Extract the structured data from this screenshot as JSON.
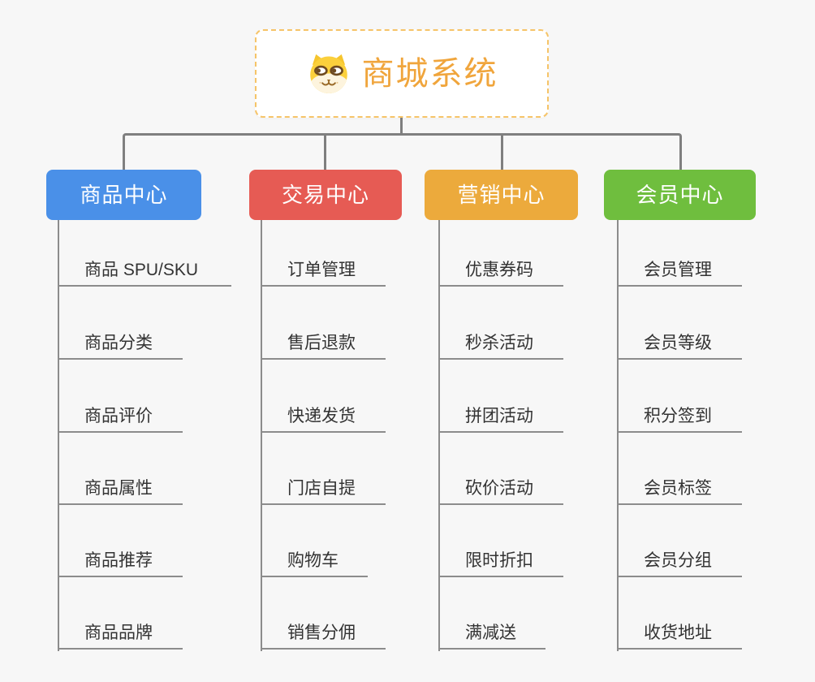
{
  "root": {
    "title": "商城系统",
    "icon": "shiba-dog-icon"
  },
  "branches": [
    {
      "label": "商品中心",
      "color": "#4A90E8",
      "children": [
        "商品 SPU/SKU",
        "商品分类",
        "商品评价",
        "商品属性",
        "商品推荐",
        "商品品牌"
      ]
    },
    {
      "label": "交易中心",
      "color": "#E65B54",
      "children": [
        "订单管理",
        "售后退款",
        "快递发货",
        "门店自提",
        "购物车",
        "销售分佣"
      ]
    },
    {
      "label": "营销中心",
      "color": "#ECAA3C",
      "children": [
        "优惠券码",
        "秒杀活动",
        "拼团活动",
        "砍价活动",
        "限时折扣",
        "满减送"
      ]
    },
    {
      "label": "会员中心",
      "color": "#6FBE3E",
      "children": [
        "会员管理",
        "会员等级",
        "积分签到",
        "会员标签",
        "会员分组",
        "收货地址"
      ]
    }
  ],
  "colors": {
    "bg": "#F7F7F7",
    "connector": "#7F7F7F",
    "leaf_line": "#8C8C8C",
    "leaf_text": "#333333",
    "root_border": "#F6C468",
    "root_text": "#F0A53C",
    "dog_yellow": "#FBD03C",
    "dog_cream": "#FDF4DE",
    "dog_brown": "#6E4A1F"
  }
}
